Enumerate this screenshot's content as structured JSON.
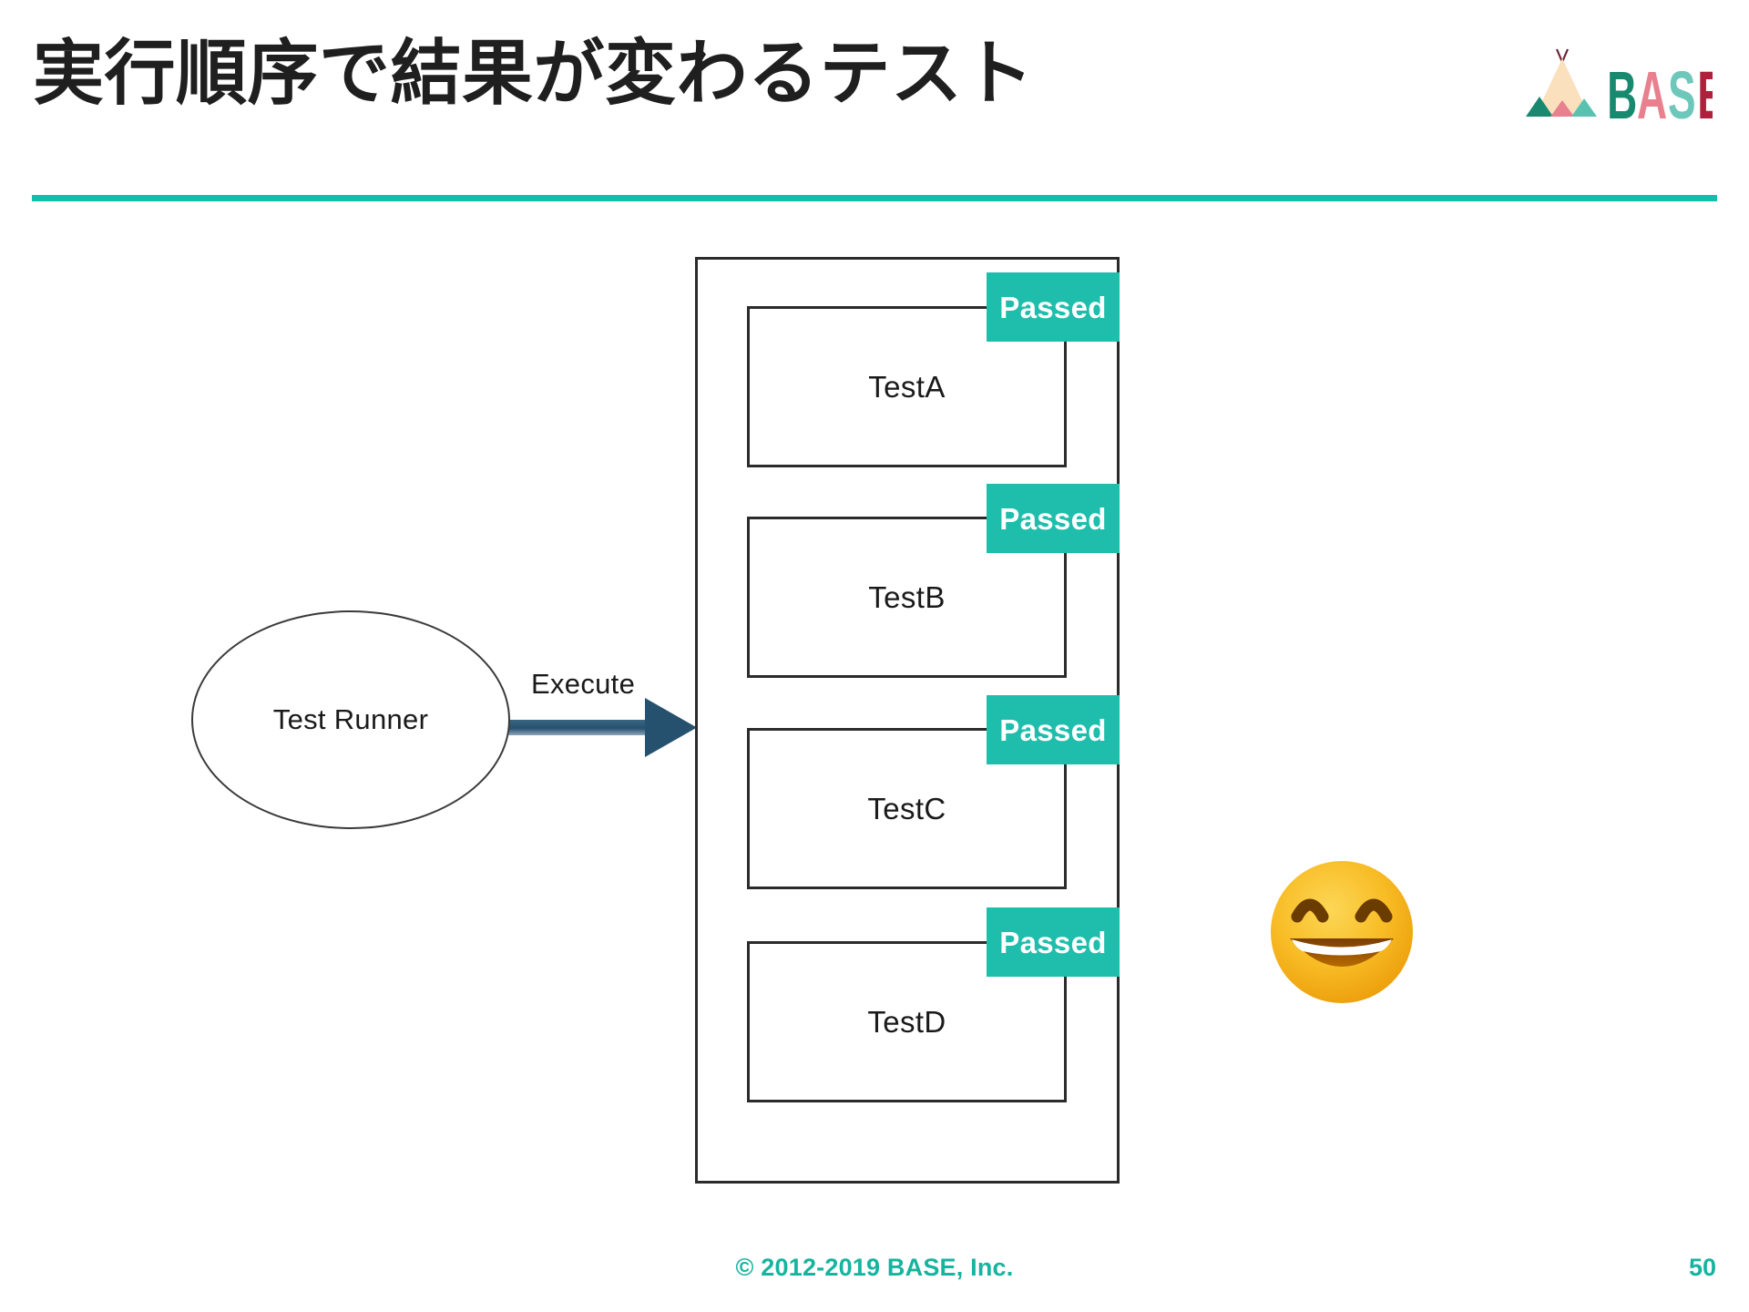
{
  "slide": {
    "title": "実行順序で結果が変わるテスト",
    "page_number": "50",
    "copyright": "© 2012-2019 BASE, Inc.",
    "accent_color": "#14bdac",
    "rule_color": "#14bdac"
  },
  "logo": {
    "name": "BASE",
    "letters": [
      {
        "char": "B",
        "color": "#17896f"
      },
      {
        "char": "A",
        "color": "#e8808e"
      },
      {
        "char": "S",
        "color": "#6ec7bb"
      },
      {
        "char": "E",
        "color": "#b01f3c"
      }
    ],
    "tent": {
      "body_color": "#fae0bd",
      "pole_color": "#6b2434",
      "left_triangle_color": "#17896f",
      "mid_triangle_color": "#e8808e",
      "right_triangle_color": "#58c2b0"
    }
  },
  "diagram": {
    "runner": {
      "label": "Test Runner",
      "shape": "ellipse",
      "stroke": "#3a3a3a"
    },
    "edge": {
      "label": "Execute",
      "color": "#2b5571",
      "direction": "right"
    },
    "suite": {
      "border_color": "#2b2b2b",
      "tests": [
        {
          "name": "TestA",
          "status": "Passed"
        },
        {
          "name": "TestB",
          "status": "Passed"
        },
        {
          "name": "TestC",
          "status": "Passed"
        },
        {
          "name": "TestD",
          "status": "Passed"
        }
      ]
    },
    "status_badge_color": "#1fbeac",
    "reaction": {
      "emoji_name": "grinning-face-with-smiling-eyes",
      "face_color": "#f5b10a",
      "mouth_color": "#8a4b00"
    }
  }
}
